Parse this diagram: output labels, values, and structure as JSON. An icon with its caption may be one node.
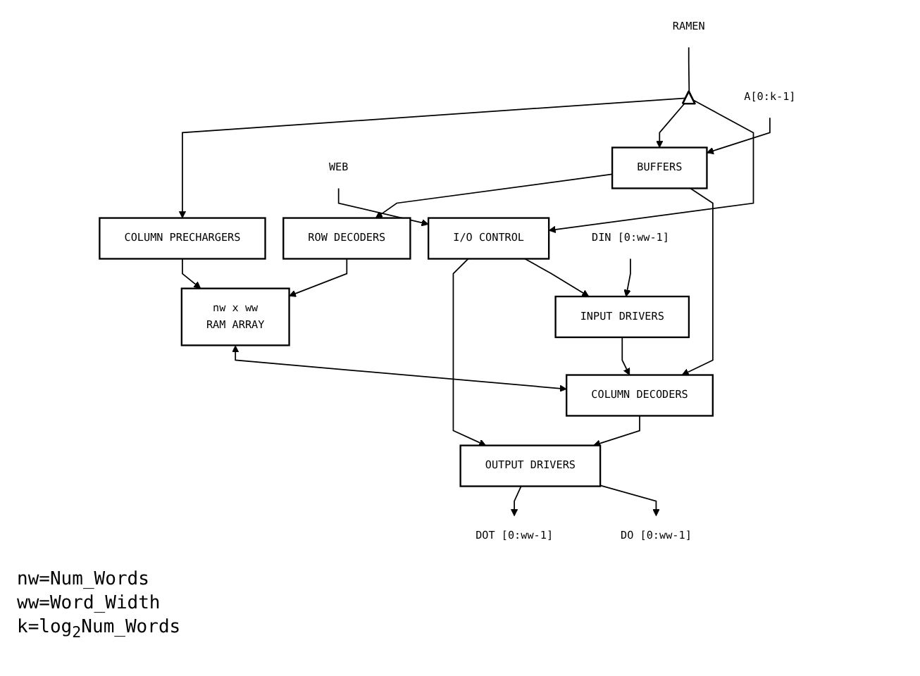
{
  "diagram": {
    "nodes": [
      {
        "text": [
          "RAMEN"
        ]
      },
      {
        "text": [],
        "shape": "triangle"
      },
      {
        "text": [
          "COLUMN PRECHARGERS"
        ]
      },
      {
        "text": [
          "ROW DECODERS"
        ]
      },
      {
        "text": [
          "nw x ww",
          "RAM ARRAY"
        ]
      },
      {
        "text": [
          "A[0:k-1]"
        ]
      },
      {
        "text": [
          "BUFFERS"
        ]
      },
      {
        "text": [
          "COLUMN DECODERS"
        ]
      },
      {
        "text": [
          "WEB"
        ]
      },
      {
        "text": [
          "I/O CONTROL"
        ]
      },
      {
        "text": [
          "OUTPUT DRIVERS"
        ]
      },
      {
        "text": [
          "INPUT DRIVERS"
        ]
      },
      {
        "text": [
          "DOT [0:ww-1]"
        ]
      },
      {
        "text": [
          "DO [0:ww-1]"
        ]
      },
      {
        "text": [
          "DIN [0:ww-1]"
        ]
      }
    ],
    "edges": [
      {
        "from": 0,
        "to": 1,
        "arrow": "none"
      },
      {
        "from": 1,
        "to": 2,
        "arrow": "to"
      },
      {
        "from": 1,
        "to": 6,
        "arrow": "to"
      },
      {
        "from": 1,
        "to": 9,
        "arrow": "to"
      },
      {
        "from": 2,
        "to": 4,
        "arrow": "to"
      },
      {
        "from": 6,
        "to": 3,
        "arrow": "to"
      },
      {
        "from": 3,
        "to": 4,
        "arrow": "to"
      },
      {
        "from": 4,
        "to": 7,
        "arrow": "both"
      },
      {
        "from": 5,
        "to": 6,
        "arrow": "to"
      },
      {
        "from": 6,
        "to": 7,
        "arrow": "to"
      },
      {
        "from": 8,
        "to": 9,
        "arrow": "to"
      },
      {
        "from": 9,
        "to": 10,
        "arrow": "to"
      },
      {
        "from": 7,
        "to": 10,
        "arrow": "to"
      },
      {
        "from": 11,
        "to": 7,
        "arrow": "to"
      },
      {
        "from": 9,
        "to": 11,
        "arrow": "to"
      },
      {
        "from": 10,
        "to": 12,
        "arrow": "to"
      },
      {
        "from": 10,
        "to": 13,
        "arrow": "to"
      },
      {
        "from": 14,
        "to": 11,
        "arrow": "to"
      }
    ],
    "labels": [
      "nw=Num_Words",
      "ww=Word_Width",
      "k=log$_{2}$Num_Words"
    ]
  }
}
